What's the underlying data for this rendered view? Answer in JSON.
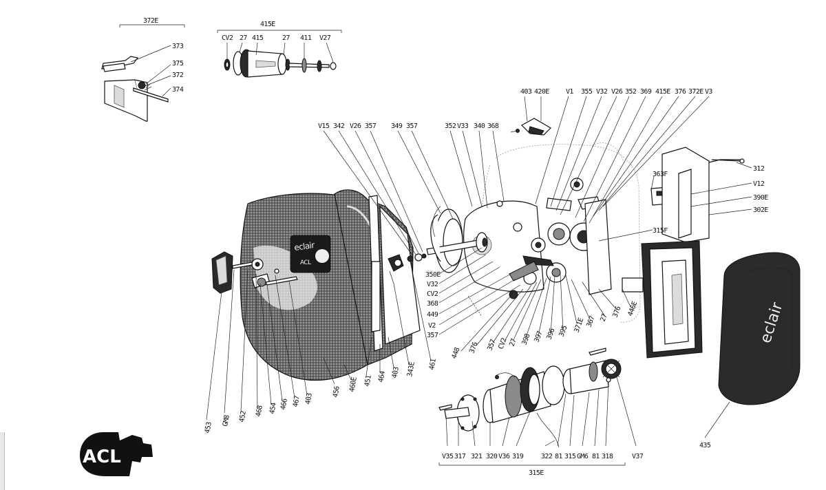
{
  "groups": {
    "g372E": "372E",
    "g415E_top": "415E",
    "g315E_bottom": "315E"
  },
  "labels": {
    "l373": "373",
    "l375": "375",
    "l372": "372",
    "l374": "374",
    "lCV2a": "CV2",
    "l27a": "27",
    "l415": "415",
    "l27b": "27",
    "l411": "411",
    "lV27": "V27",
    "lV15": "V15",
    "l342": "342",
    "lV26a": "V26",
    "l357a": "357",
    "l349": "349",
    "l357b": "357",
    "l352a": "352",
    "lV33": "V33",
    "l340": "340",
    "l368a": "368",
    "l403a": "403",
    "l420E": "420E",
    "lV1": "V1",
    "l355": "355",
    "lV32a": "V32",
    "lV26b": "V26",
    "l352b": "352",
    "l369": "369",
    "l415E_r": "415E",
    "l376a": "376",
    "l372E_r": "372E",
    "lV3": "V3",
    "l312": "312",
    "lV12": "V12",
    "l390E": "390E",
    "l302E": "302E",
    "l363F": "363F",
    "l315F": "315F",
    "l350E": "350E",
    "lV32b": "V32",
    "lCV2b": "CV2",
    "l368b": "368",
    "l449": "449",
    "lV2": "V2",
    "l357c": "357",
    "l448": "448",
    "l376b": "376",
    "l357d": "357",
    "lCV2c": "CV2",
    "l27c": "27",
    "l398": "398",
    "l397": "397",
    "l396": "396",
    "l395": "395",
    "l371E": "371E",
    "l367": "367",
    "l27d": "27",
    "l376c": "376",
    "l446E": "446E",
    "l461": "461",
    "l343E": "343E",
    "l403b": "403",
    "l464": "464",
    "l451": "451",
    "l460E": "460E",
    "l456": "456",
    "l403c": "403",
    "l467": "467",
    "l466": "466",
    "l454": "454",
    "l468": "468",
    "l452": "452",
    "lGM8": "GM8",
    "l453": "453",
    "lV35": "V35",
    "l317": "317",
    "l321": "321",
    "l320": "320",
    "lV36": "V36",
    "l319": "319",
    "l322": "322",
    "l81a": "81",
    "l315": "315",
    "lGM6": "GM6",
    "l81b": "81",
    "l318": "318",
    "lV37": "V37",
    "l435": "435"
  },
  "branding": {
    "acl_logo": "ACL",
    "cover_badge_brand": "eclair",
    "cover_badge_model": "ACL",
    "handle_brand": "eclair"
  },
  "colors": {
    "ink": "#111111",
    "paper": "#ffffff",
    "texture": "#555555"
  }
}
